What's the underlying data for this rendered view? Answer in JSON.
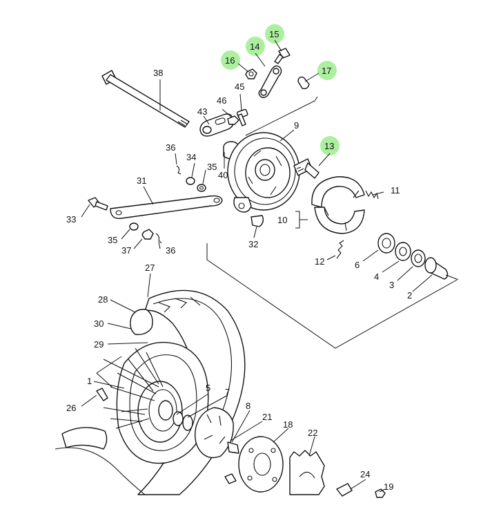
{
  "colors": {
    "highlight": "#a6ee9a",
    "line": "#111111",
    "background": "#ffffff"
  },
  "labels": {
    "n1": "1",
    "n2": "2",
    "n3": "3",
    "n4": "4",
    "n5": "5",
    "n6": "6",
    "n7": "7",
    "n8": "8",
    "n9": "9",
    "n10": "10",
    "n11": "11",
    "n12": "12",
    "n13": "13",
    "n14": "14",
    "n15": "15",
    "n16": "16",
    "n17": "17",
    "n18": "18",
    "n19": "19",
    "n21": "21",
    "n22": "22",
    "n24": "24",
    "n26": "26",
    "n27": "27",
    "n28": "28",
    "n29": "29",
    "n30": "30",
    "n31": "31",
    "n32": "32",
    "n33": "33",
    "n34": "34",
    "n35a": "35",
    "n35b": "35",
    "n36a": "36",
    "n36b": "36",
    "n37": "37",
    "n38": "38",
    "n40": "40",
    "n43": "43",
    "n45": "45",
    "n46": "46"
  },
  "highlighted_parts": [
    "13",
    "14",
    "15",
    "16",
    "17"
  ]
}
